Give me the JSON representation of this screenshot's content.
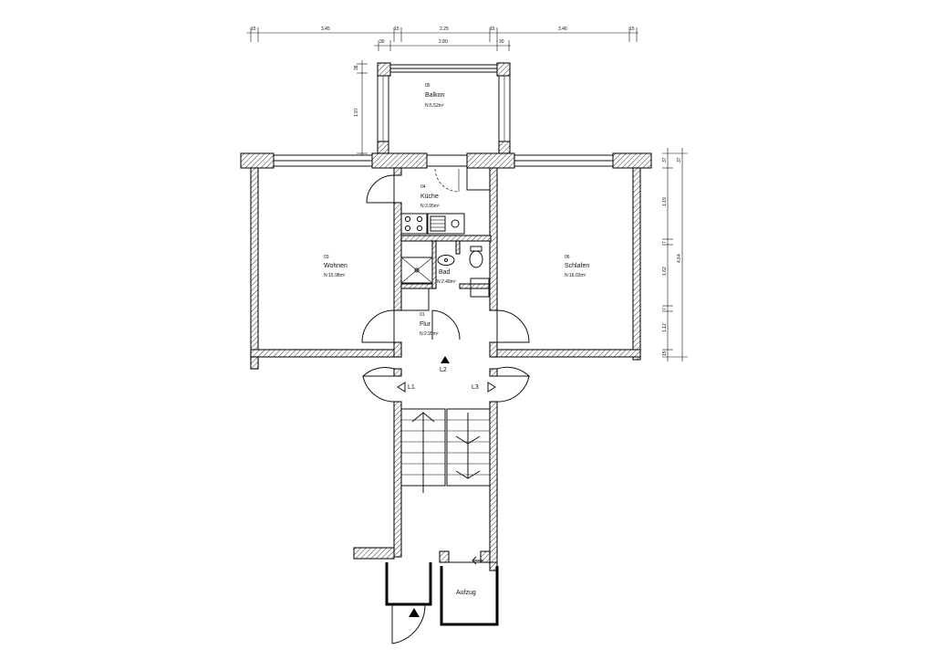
{
  "rooms": {
    "balkon": {
      "num": "05",
      "name": "Balkon",
      "area": "N:5.52m²"
    },
    "kueche": {
      "num": "04",
      "name": "Küche",
      "area": "N:3.95m²"
    },
    "wohnen": {
      "num": "03",
      "name": "Wohnen",
      "area": "N:15.98m²"
    },
    "bad": {
      "name": "Bad",
      "area": "N:2.48m²"
    },
    "schlafen": {
      "num": "06",
      "name": "Schlafen",
      "area": "N:16.03m²"
    },
    "flur": {
      "num": "01",
      "name": "Flur",
      "area": "N:2.95m²"
    }
  },
  "labels": {
    "l1": "L1",
    "l2": "L2",
    "l3": "L3",
    "aufzug": "Aufzug"
  },
  "dimensions": {
    "top": {
      "d1": "15",
      "d2": "3.45",
      "d3": "15",
      "d4": "2.25",
      "d5": "15",
      "d6": "3.46",
      "d7": "15"
    },
    "balcony_width": {
      "left": "30",
      "mid": "2.80",
      "right": "30"
    },
    "balcony_depth": {
      "top": "38",
      "main": "1.97"
    },
    "right": {
      "r1": "37",
      "r2": "1.19",
      "r3": "7",
      "r4": "1.62",
      "r5": "7",
      "r6": "1.12",
      "r7": "15",
      "total": "4.64",
      "top_total": "37"
    }
  }
}
